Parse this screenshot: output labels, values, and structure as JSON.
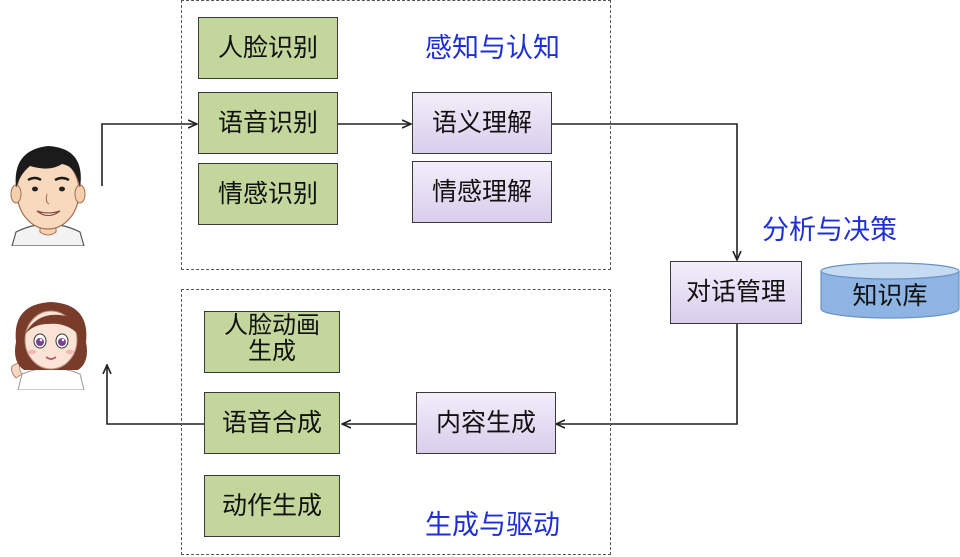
{
  "groups": {
    "perception": {
      "title": "感知与认知"
    },
    "generation": {
      "title": "生成与驱动"
    }
  },
  "analysis_label": "分析与决策",
  "nodes": {
    "face_recognition": "人脸识别",
    "speech_recognition": "语音识别",
    "emotion_recognition": "情感识别",
    "semantic_understanding": "语义理解",
    "emotion_understanding": "情感理解",
    "dialog_management": "对话管理",
    "knowledge_base": "知识库",
    "content_generation": "内容生成",
    "face_animation": "人脸动画生成",
    "speech_synthesis": "语音合成",
    "motion_generation": "动作生成"
  },
  "colors": {
    "green_box": "#c3d69b",
    "purple_box": "#e6ddf3",
    "title_blue": "#1f2fd6",
    "knowledge_base": "#8db4e2"
  }
}
